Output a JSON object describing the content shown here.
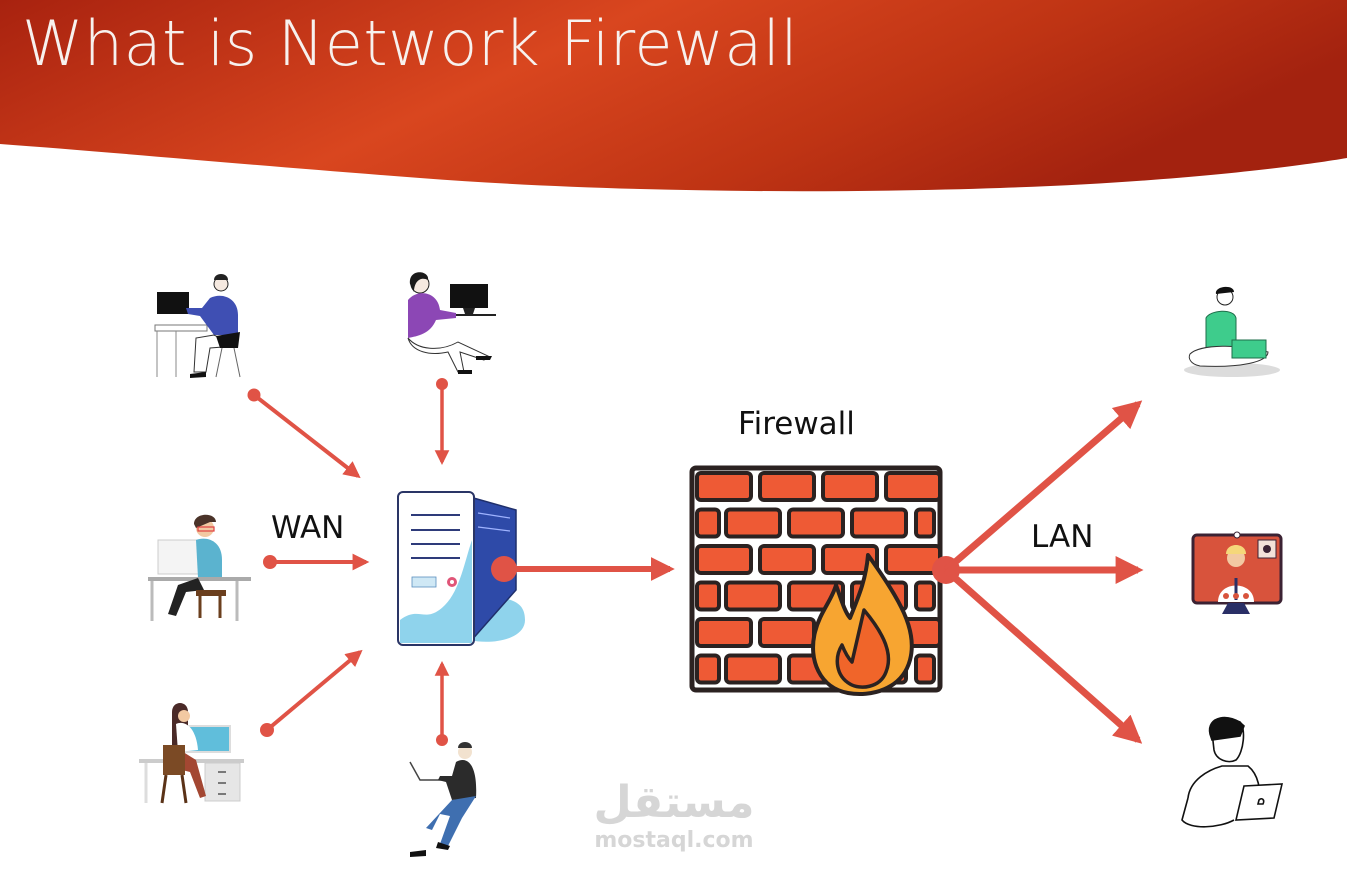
{
  "slide": {
    "title": "What is Network Firewall",
    "colors": {
      "banner_dark": "#a8220f",
      "banner_mid": "#c7371a",
      "banner_light": "#d9461f",
      "arrow": "#e05346",
      "brick": "#ee5a35",
      "brick_outline": "#2b2221",
      "flame_outer": "#f7a531",
      "flame_inner": "#f0652a",
      "server_front": "#ffffff",
      "server_side": "#2e4aa8",
      "server_accent": "#8fd3ec"
    }
  },
  "diagram": {
    "wan_label": "WAN",
    "lan_label": "LAN",
    "firewall_label": "Firewall",
    "wan_users": [
      {
        "name": "user-desk-blue-shirt",
        "description": "Man at desktop, blue shirt"
      },
      {
        "name": "user-headset-purple",
        "description": "Woman with headset, purple top"
      },
      {
        "name": "user-glasses-teal",
        "description": "Man with glasses at desk"
      },
      {
        "name": "user-woman-desk",
        "description": "Woman at desk with monitor"
      },
      {
        "name": "user-laptop-sitting",
        "description": "Man sitting with laptop"
      }
    ],
    "lan_users": [
      {
        "name": "user-green-crosslegged",
        "description": "Man with laptop, green shirt"
      },
      {
        "name": "user-video-call",
        "description": "Monitor showing video call"
      },
      {
        "name": "user-sketch-laptop",
        "description": "Sketch man with laptop"
      }
    ],
    "nodes": {
      "server": "server-icon",
      "firewall": "firewall-brick-wall-icon"
    }
  },
  "watermark": {
    "arabic": "مستقل",
    "latin": "mostaql.com"
  }
}
